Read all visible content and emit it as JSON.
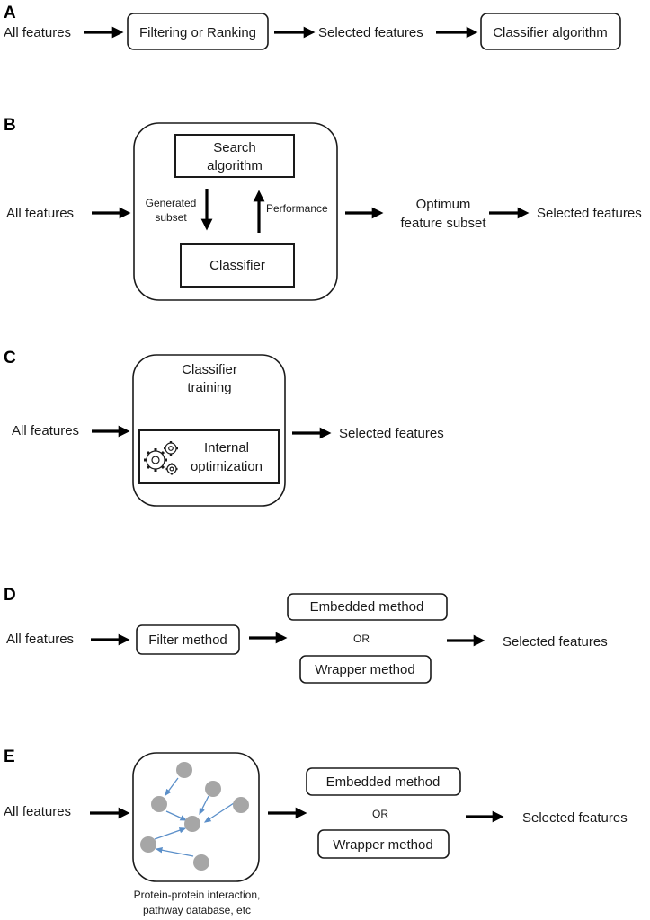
{
  "panel_a": {
    "letter": "A",
    "input": "All features",
    "step1": "Filtering or Ranking",
    "mid": "Selected features",
    "step2": "Classifier algorithm"
  },
  "panel_b": {
    "letter": "B",
    "input": "All features",
    "search_line1": "Search",
    "search_line2": "algorithm",
    "down_label_line1": "Generated",
    "down_label_line2": "subset",
    "up_label": "Performance",
    "classifier": "Classifier",
    "optimum_line1": "Optimum",
    "optimum_line2": "feature subset",
    "output": "Selected features"
  },
  "panel_c": {
    "letter": "C",
    "input": "All features",
    "title_line1": "Classifier",
    "title_line2": "training",
    "inner_line1": "Internal",
    "inner_line2": "optimization",
    "icon": "gears-icon",
    "output": "Selected features"
  },
  "panel_d": {
    "letter": "D",
    "input": "All features",
    "filter": "Filter method",
    "embedded": "Embedded method",
    "or": "OR",
    "wrapper": "Wrapper method",
    "output": "Selected features"
  },
  "panel_e": {
    "letter": "E",
    "input": "All features",
    "network_icon": "network-graph-icon",
    "caption_line1": "Protein-protein interaction,",
    "caption_line2": "pathway database, etc",
    "embedded": "Embedded method",
    "or": "OR",
    "wrapper": "Wrapper method",
    "output": "Selected features"
  },
  "colors": {
    "text": "#1a1a1a",
    "node": "#a6a6a6",
    "edge": "#5b8fc9"
  }
}
